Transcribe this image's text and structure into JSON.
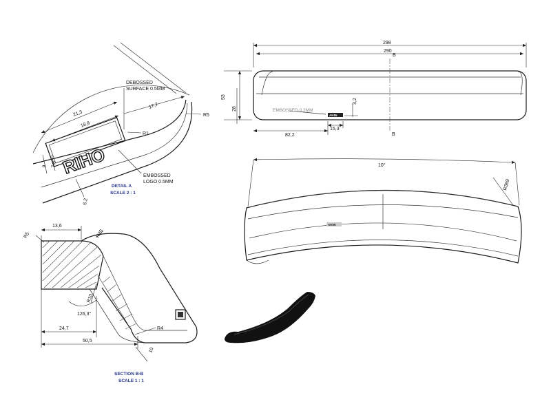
{
  "detail_a": {
    "callout_debossed": [
      "DEBOSSED",
      "SURFACE 0.5MM"
    ],
    "callout_embossed": [
      "EMBOSSED",
      "LOGO 0.5MM"
    ],
    "dims": {
      "width_total": "21,3",
      "width_logo": "18,9",
      "r_outer": "17,7",
      "r5": "R5",
      "r1": "R1",
      "h9": "9",
      "h7": "7,6",
      "d62": "6,2"
    },
    "logo_text": "RIHO",
    "title": "DETAIL A",
    "scale": "SCALE 2 : 1"
  },
  "top_view": {
    "dims": {
      "overall": "298",
      "inner": "290",
      "height": "53",
      "band": "28",
      "thick": "3,2",
      "pos": "82,2",
      "mark_w": "15,3"
    },
    "embossed_note": "EMBOSSED 0.2MM",
    "mark_text": "AK55",
    "section_label_top": "B",
    "section_label_bottom": "B"
  },
  "front_view": {
    "angle": "10°",
    "radius": "R369",
    "mark_text": "AK55"
  },
  "section_bb": {
    "dims": {
      "top_width": "13,6",
      "r5": "R5",
      "r20": "R20",
      "r10": "R10",
      "angle": "126,3°",
      "base": "24,7",
      "overall": "50,5",
      "r4": "R4",
      "thick": "10"
    },
    "title": "SECTION B-B",
    "scale": "SCALE 1 : 1"
  },
  "colors": {
    "line": "#1a1a1a",
    "label_blue": "#1f2f8a",
    "part_black": "#111111"
  },
  "icons": {
    "render": "product-render-icon"
  }
}
